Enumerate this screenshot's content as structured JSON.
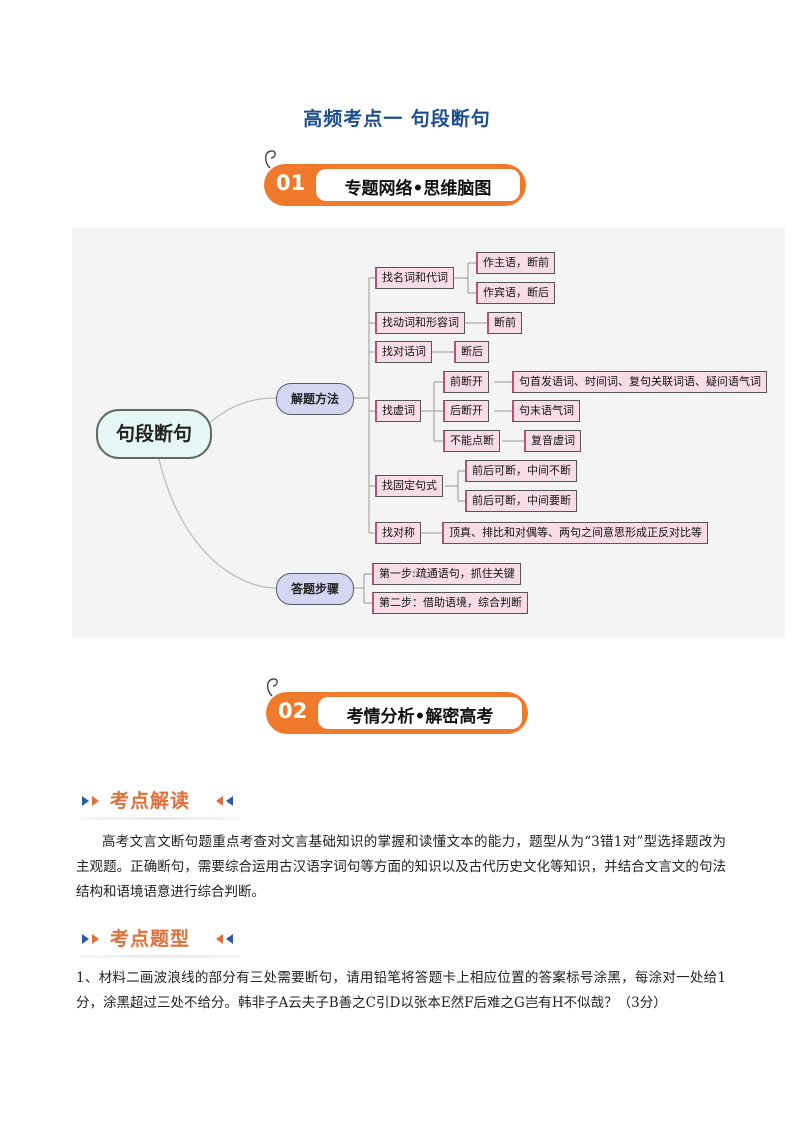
{
  "title": "高频考点一  句段断句",
  "banner1": {
    "num": "01",
    "label": "专题网络•思维脑图"
  },
  "banner2": {
    "num": "02",
    "label": "考情分析•解密高考"
  },
  "mindmap": {
    "root": "句段断句",
    "branch1": "解题方法",
    "branch2": "答题步骤",
    "n1": "找名词和代词",
    "n1a": "作主语，断前",
    "n1b": "作宾语，断后",
    "n2": "找动词和形容词",
    "n2a": "断前",
    "n3": "找对话词",
    "n3a": "断后",
    "n4": "找虚词",
    "n4a": "前断开",
    "n4a1": "句首发语词、时间词、复句关联词语、疑问语气词",
    "n4b": "后断开",
    "n4b1": "句末语气词",
    "n4c": "不能点断",
    "n4c1": "复音虚词",
    "n5": "找固定句式",
    "n5a": "前后可断，中间不断",
    "n5b": "前后可断，中间要断",
    "n6": "找对称",
    "n6a": "顶真、排比和对偶等、两句之间意思形成正反对比等",
    "s1": "第一步:疏通语句，抓住关键",
    "s2": "第二步：借助语境，综合判断"
  },
  "section1": {
    "heading": "考点解读",
    "text": "高考文言文断句题重点考查对文言基础知识的掌握和读懂文本的能力，题型从为“3错1对”型选择题改为主观题。正确断句，需要综合运用古汉语字词句等方面的知识以及古代历史文化等知识，并结合文言文的句法结构和语境语意进行综合判断。"
  },
  "section2": {
    "heading": "考点题型",
    "text": "1、材料二画波浪线的部分有三处需要断句，请用铅笔将答题卡上相应位置的答案标号涂黑，每涂对一处给1分，涂黑超过三处不给分。韩非子A云夫子B善之C引D以张本E然F后难之G岂有H不似哉？（3分）"
  },
  "colors": {
    "accent": "#f07a2c",
    "title": "#1e4e8c",
    "heading": "#e0703a"
  }
}
